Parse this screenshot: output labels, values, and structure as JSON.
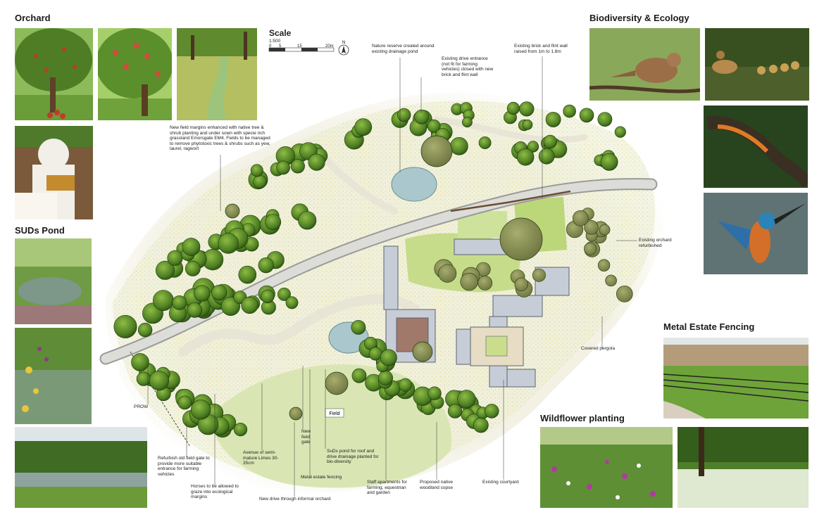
{
  "headings": {
    "orchard": "Orchard",
    "suds_pond": "SUDs Pond",
    "biodiversity": "Biodiversity & Ecology",
    "metal_fencing": "Metal Estate Fencing",
    "wildflower": "Wildflower planting"
  },
  "scale": {
    "title": "Scale",
    "ratio": "1:500",
    "ticks": [
      "0",
      "5",
      "15",
      "20m"
    ],
    "north": "N"
  },
  "plan_labels": {
    "field": "Field"
  },
  "annotations": {
    "nature_reserve": "Nature reserve created around existing drainage pond",
    "drive_entrance": "Existing drive entrance (not fit for farming vehicles) closed with new brick and flint wall",
    "brick_wall": "Existing brick and flint wall raised from 1m to 1.8m",
    "field_margins": "New field margins enhanced with native tree & shrub planting and under sown with specie rich grassland Emorsgate EM4. Fields to be managed to remove phytotoxic trees & shrubs such as yew, laurel, ragwort",
    "orchard_refurbished": "Existing orchard refurbished",
    "covered_pergola": "Covered pergola",
    "prow": "PROW",
    "field_gate_refurbish": "Refurbish old field gate to provide more suitable entrance for farming vehicles",
    "horses": "Horses to be allowed to graze into ecological margins",
    "avenue": "Avenue of semi-mature Limes 30-35cm",
    "new_field_gate": "New field gate",
    "metal_fencing_note": "Metal estate fencing",
    "new_drive": "New drive through informal orchard",
    "suds_note": "SuDs pond for roof and drive drainage planted for bio-diversity",
    "staff_apartments": "Staff apartments for farming, equestrian and garden",
    "woodland_copse": "Proposed native woodland copse",
    "existing_courtyard": "Existing courtyard"
  },
  "photos": [
    "apple-tree-photo",
    "apple-branch-photo",
    "orchard-path-photo",
    "beekeeper-photo",
    "pond-photo-1",
    "pond-photo-2",
    "pond-photo-3",
    "nightingale-photo",
    "ducks-photo",
    "newt-photo",
    "kingfisher-photo",
    "metal-fence-photo",
    "wildflower-photo-1",
    "wildflower-photo-2"
  ]
}
